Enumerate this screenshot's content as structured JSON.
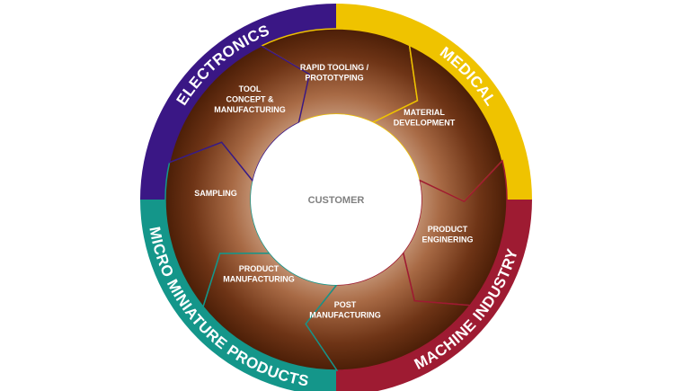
{
  "center": {
    "label": "CUSTOMER"
  },
  "sectors": [
    {
      "id": "medical",
      "label": "MEDICAL",
      "color": "#EFC300"
    },
    {
      "id": "machine-industry",
      "label": "MACHINE INDUSTRY",
      "color": "#9E1B32"
    },
    {
      "id": "micro-miniature-products",
      "label": "MICRO MINIATURE PRODUCTS",
      "color": "#14968A"
    },
    {
      "id": "electronics",
      "label": "ELECTRONICS",
      "color": "#3A1785"
    }
  ],
  "steps": [
    {
      "id": "rapid-tooling",
      "lines": [
        "RAPID TOOLING /",
        "PROTOTYPING"
      ]
    },
    {
      "id": "material-development",
      "lines": [
        "MATERIAL",
        "DEVELOPMENT"
      ]
    },
    {
      "id": "product-engineering",
      "lines": [
        "PRODUCT",
        "ENGINERING"
      ]
    },
    {
      "id": "post-manufacturing",
      "lines": [
        "POST",
        "MANUFACTURING"
      ]
    },
    {
      "id": "product-manufacturing",
      "lines": [
        "PRODUCT",
        "MANUFACTURING"
      ]
    },
    {
      "id": "sampling",
      "lines": [
        "SAMPLING"
      ]
    },
    {
      "id": "tool-concept",
      "lines": [
        "TOOL",
        "CONCEPT &",
        "MANUFACTURING"
      ]
    }
  ],
  "colors": {
    "arrow_dark": "#5E2A10",
    "arrow_mid": "#A86A45",
    "arrow_light": "#D8B49A",
    "center_fill": "#ffffff"
  }
}
